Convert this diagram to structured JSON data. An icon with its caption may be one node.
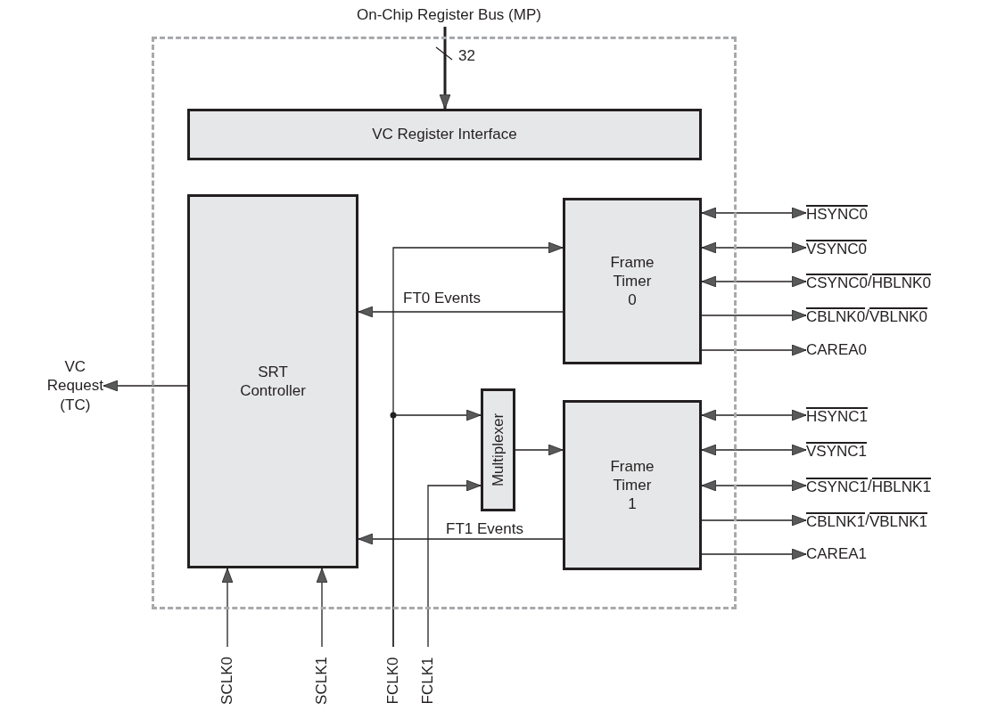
{
  "diagram": {
    "nodes": [
      {
        "text": [],
        "shape": "box"
      },
      {
        "text": [
          "VC Register Interface"
        ],
        "in": 0
      },
      {
        "text": [
          "SRT Controller"
        ],
        "in": 0
      },
      {
        "text": [
          "Frame Timer 0"
        ],
        "in": 0
      },
      {
        "text": [
          "Multiplexer"
        ],
        "in": 0
      },
      {
        "text": [
          "Frame Timer 1"
        ],
        "in": 0
      },
      {
        "text": [
          "On-Chip Register Bus (MP)"
        ]
      },
      {
        "text": [
          "VC Request (TC)"
        ]
      },
      {
        "text": [
          "HSYNC0"
        ]
      },
      {
        "text": [
          "VSYNC0"
        ]
      },
      {
        "text": [
          "CSYNC0/HBLNK0"
        ]
      },
      {
        "text": [
          "CBLNK0/VBLNK0"
        ]
      },
      {
        "text": [
          "CAREA0"
        ]
      },
      {
        "text": [
          "HSYNC1"
        ]
      },
      {
        "text": [
          "VSYNC1"
        ]
      },
      {
        "text": [
          "CSYNC1/HBLNK1"
        ]
      },
      {
        "text": [
          "CBLNK1/VBLNK1"
        ]
      },
      {
        "text": [
          "CAREA1"
        ]
      },
      {
        "text": [
          "SCLK0"
        ]
      },
      {
        "text": [
          "SCLK1"
        ]
      },
      {
        "text": [
          "FCLK0"
        ]
      },
      {
        "text": [
          "FCLK1"
        ]
      }
    ],
    "edges": [
      {
        "from": 6,
        "to": 1,
        "arrow": "to",
        "style": "thick",
        "label": "32"
      },
      {
        "from": 2,
        "to": 7,
        "arrow": "to"
      },
      {
        "from": 3,
        "to": 8,
        "arrow": "both"
      },
      {
        "from": 3,
        "to": 9,
        "arrow": "both"
      },
      {
        "from": 3,
        "to": 10,
        "arrow": "both"
      },
      {
        "from": 3,
        "to": 11,
        "arrow": "to"
      },
      {
        "from": 3,
        "to": 12,
        "arrow": "to"
      },
      {
        "from": 5,
        "to": 13,
        "arrow": "both"
      },
      {
        "from": 5,
        "to": 14,
        "arrow": "both"
      },
      {
        "from": 5,
        "to": 15,
        "arrow": "both"
      },
      {
        "from": 5,
        "to": 16,
        "arrow": "to"
      },
      {
        "from": 5,
        "to": 17,
        "arrow": "to"
      },
      {
        "from": 18,
        "to": 2,
        "arrow": "to"
      },
      {
        "from": 19,
        "to": 2,
        "arrow": "to"
      },
      {
        "from": 20,
        "to": 3,
        "arrow": "to"
      },
      {
        "from": 20,
        "to": 4,
        "arrow": "to"
      },
      {
        "from": 21,
        "to": 4,
        "arrow": "to"
      },
      {
        "from": 4,
        "to": 5,
        "arrow": "to"
      },
      {
        "from": 3,
        "to": 2,
        "arrow": "to",
        "label": "FT0 Events"
      },
      {
        "from": 5,
        "to": 2,
        "arrow": "to",
        "label": "FT1 Events"
      }
    ]
  }
}
